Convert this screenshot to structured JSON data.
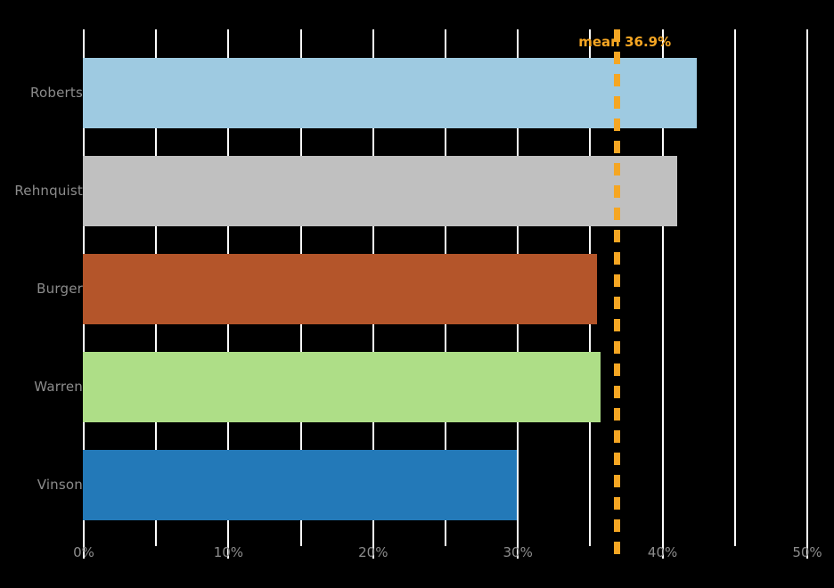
{
  "chart_data": {
    "type": "bar",
    "orientation": "horizontal",
    "title": "",
    "xlabel": "",
    "ylabel": "",
    "categories": [
      "Roberts",
      "Rehnquist",
      "Burger",
      "Warren",
      "Vinson"
    ],
    "values": [
      42.4,
      41.1,
      35.5,
      35.8,
      30.0
    ],
    "bar_colors": [
      "#9ecae1",
      "#c0c0c0",
      "#b4552a",
      "#aede87",
      "#2379b8"
    ],
    "xlim": [
      0,
      50
    ],
    "xtick_labels": [
      "0%",
      "10%",
      "20%",
      "30%",
      "40%",
      "50%"
    ],
    "xtick_values": [
      0,
      10,
      20,
      30,
      40,
      50
    ],
    "gridline_values": [
      0,
      5,
      10,
      15,
      20,
      25,
      30,
      35,
      40,
      45,
      50
    ],
    "grid": true,
    "grid_color": "#ffffff",
    "legend": "none",
    "background_color": "#000000",
    "text_color": "#8c8c8c",
    "annotations": [
      {
        "name": "mean-line",
        "label": "mean 36.9%",
        "value": 36.9,
        "color": "#f5a623",
        "style": "dashed-vertical"
      }
    ]
  }
}
